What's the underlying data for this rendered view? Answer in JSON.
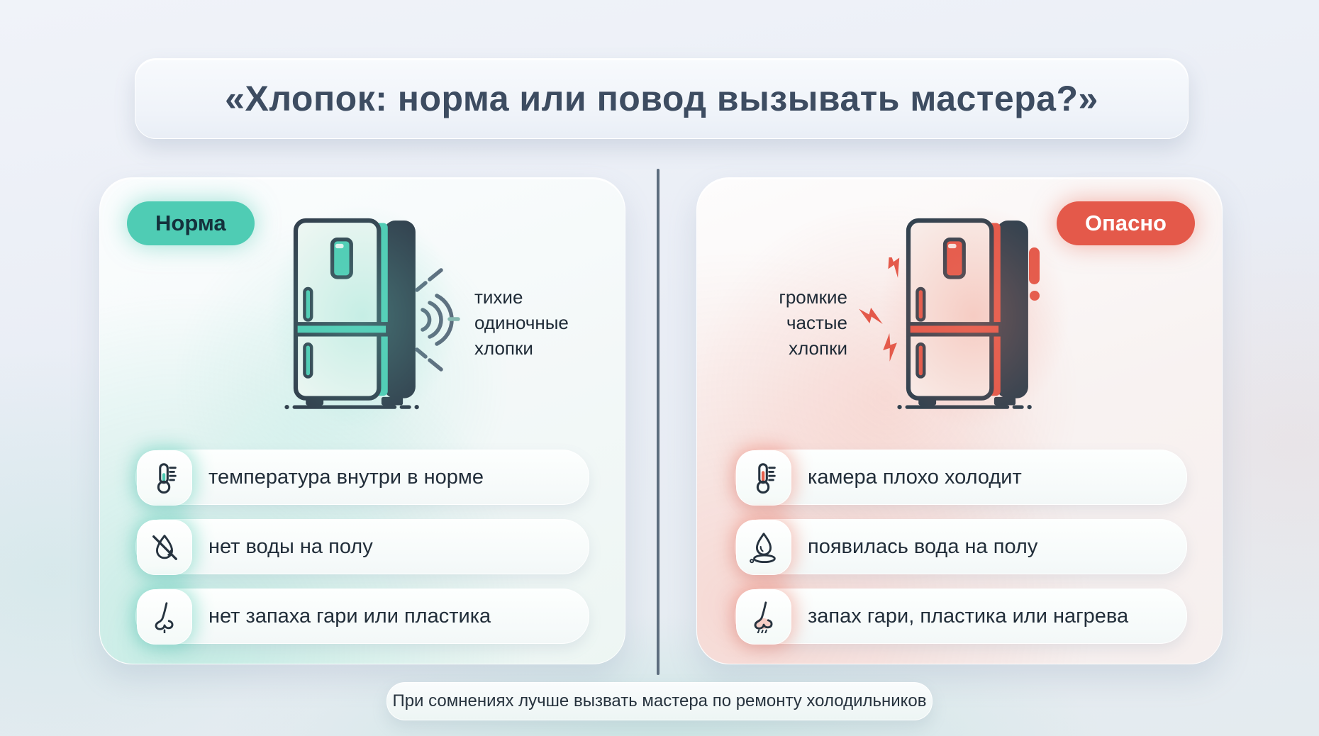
{
  "title": "«Хлопок: норма или повод вызывать мастера?»",
  "colors": {
    "accent_normal": "#4fccb4",
    "accent_danger": "#e4594a",
    "outline_dark": "#33424f",
    "slate": "#5d6d7e",
    "water_blue": "#8ec7f0"
  },
  "left_panel": {
    "badge": "Норма",
    "caption": [
      "тихие",
      "одиночные",
      "хлопки"
    ],
    "items": [
      {
        "icon": "thermometer-icon",
        "text": "температура внутри в норме"
      },
      {
        "icon": "no-water-icon",
        "text": "нет воды на полу"
      },
      {
        "icon": "nose-icon",
        "text": "нет запаха гари или пластика"
      }
    ]
  },
  "right_panel": {
    "badge": "Опасно",
    "caption": [
      "громкие",
      "частые",
      "хлопки"
    ],
    "items": [
      {
        "icon": "thermometer-icon",
        "text": "камера плохо холодит"
      },
      {
        "icon": "water-puddle-icon",
        "text": "появилась вода на полу"
      },
      {
        "icon": "nose-heat-icon",
        "text": "запах гари, пластика или нагрева"
      }
    ]
  },
  "footer": {
    "note": "При сомнениях лучше вызвать мастера по ремонту холодильников"
  }
}
